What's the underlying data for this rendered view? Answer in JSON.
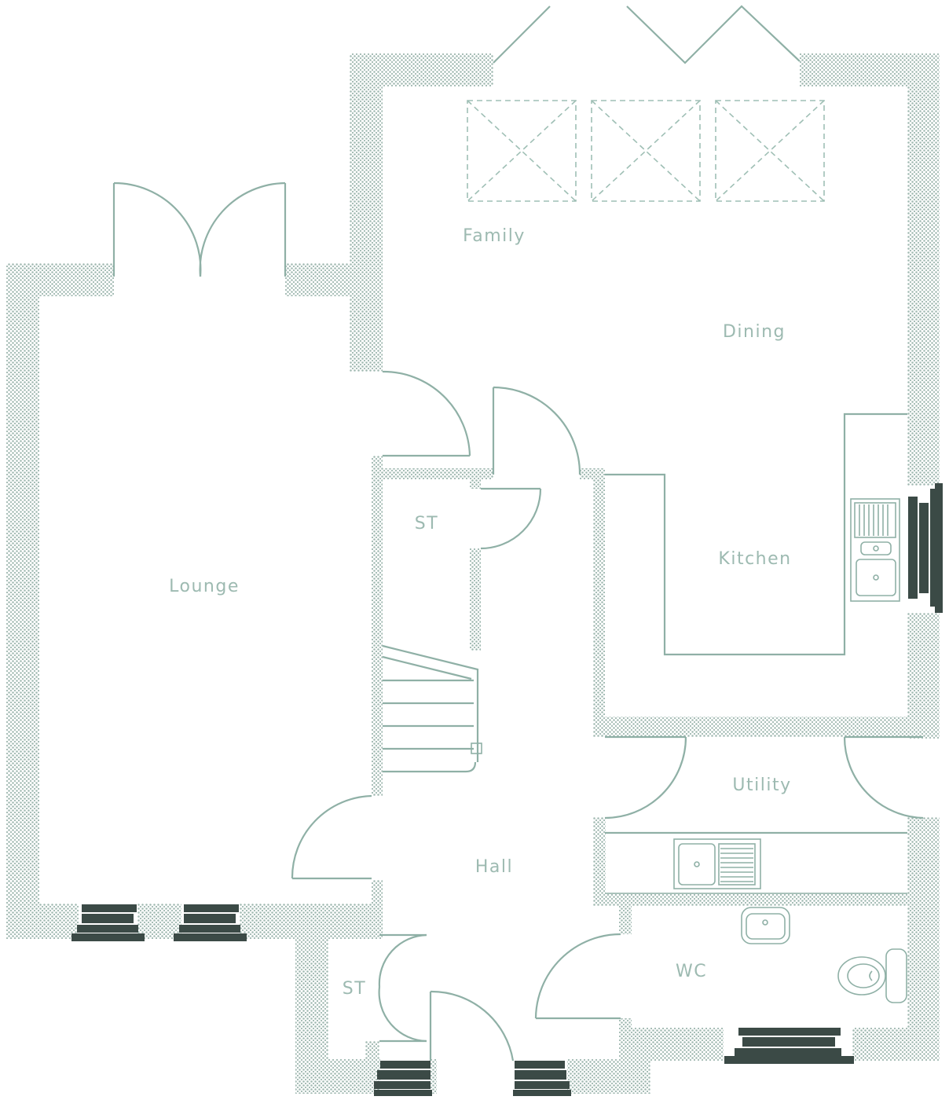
{
  "rooms": {
    "family": "Family",
    "dining": "Dining",
    "kitchen": "Kitchen",
    "lounge": "Lounge",
    "store_upper": "ST",
    "utility": "Utility",
    "hall": "Hall",
    "wc": "WC",
    "store_lower": "ST"
  },
  "colors": {
    "line": "#8fb0a6",
    "label": "#9dbab1",
    "wall_dots": "#9fb8b0",
    "window": "#3b4a46"
  },
  "icons": [
    "skylight-icon",
    "sink-icon",
    "hob-icon",
    "toilet-icon",
    "basin-icon",
    "staircase-icon"
  ]
}
